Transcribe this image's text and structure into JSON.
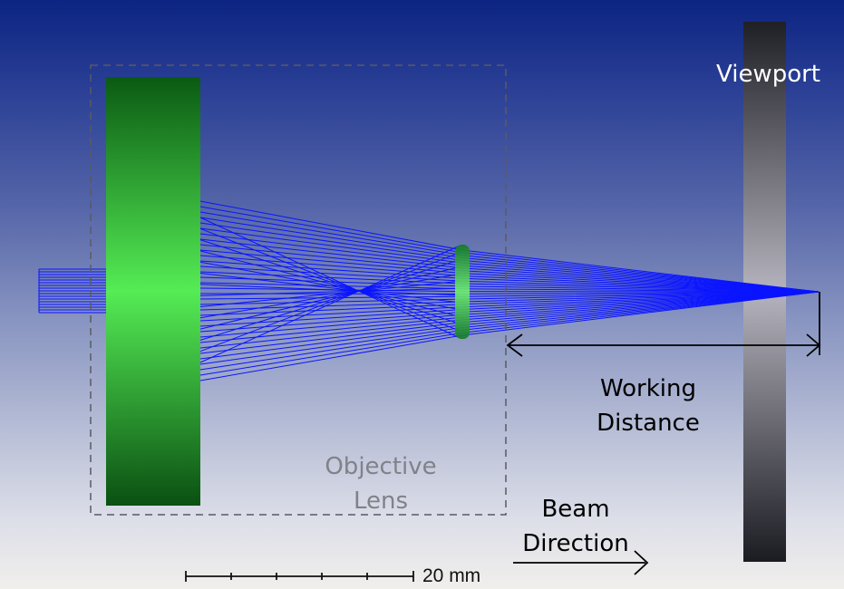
{
  "labels": {
    "viewport": "Viewport",
    "working_distance": "Working\nDistance",
    "objective_lens": "Objective\nLens",
    "beam_direction": "Beam\nDirection",
    "scale": "20 mm"
  },
  "colors": {
    "rays": "#0a14ff",
    "lens": "#2ecc40",
    "lens_dark": "#0a5e12",
    "lens_light": "#55ec55",
    "viewport_dark": "#1e1e24",
    "viewport_light": "#b4b2bc",
    "dashed_box": "#5a5a62",
    "annotation": "#000000"
  }
}
